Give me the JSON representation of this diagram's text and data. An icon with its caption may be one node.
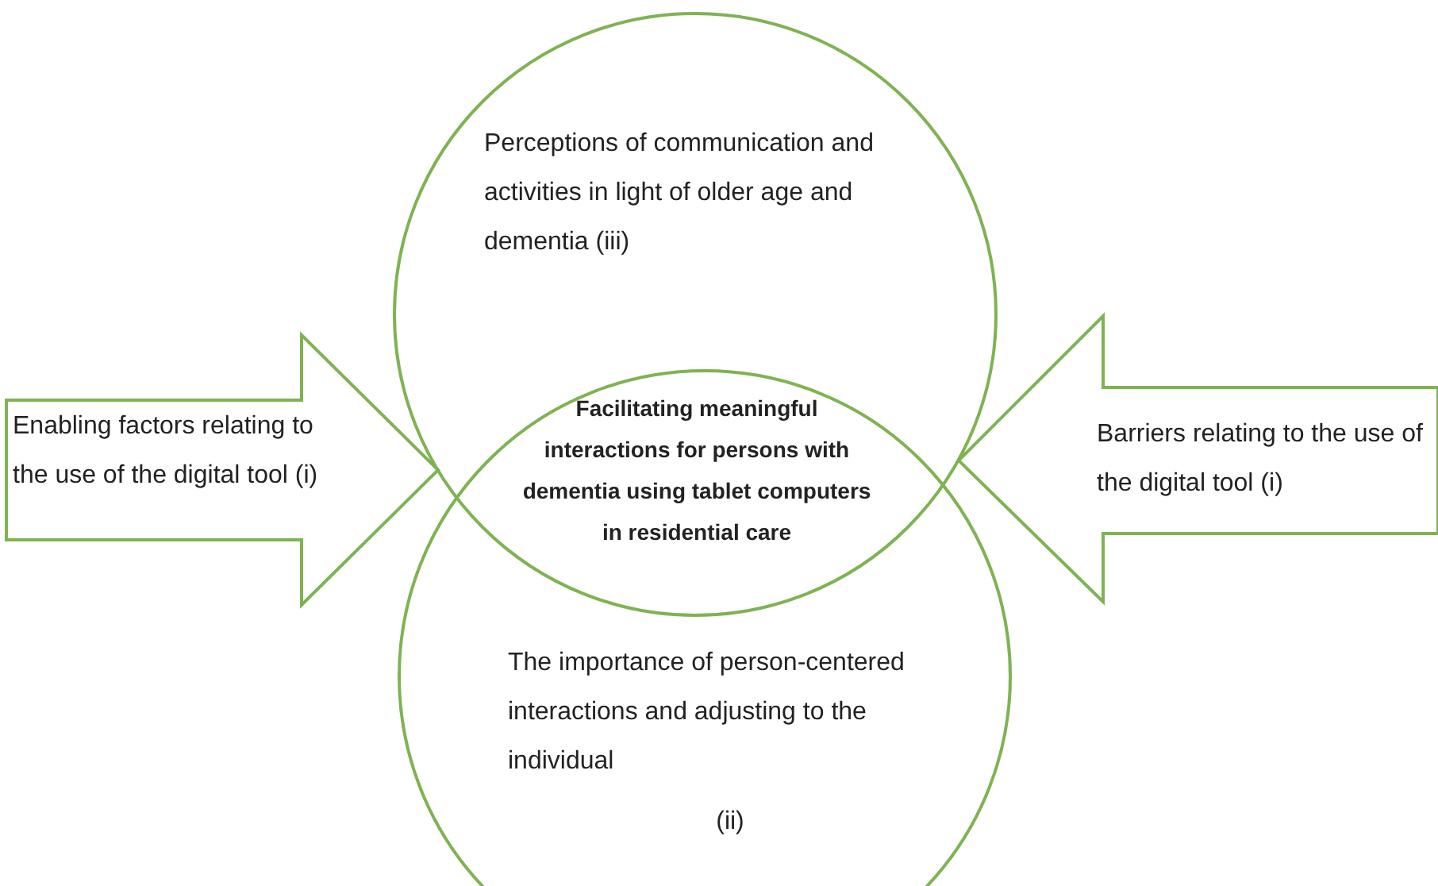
{
  "diagram": {
    "nodes": [
      {
        "text": [
          "Perceptions of communication and activities in light of older age and dementia (iii)"
        ]
      },
      {
        "text": [
          "The importance of person-centered interactions and adjusting to the individual",
          "(ii)"
        ]
      },
      {
        "text": [
          "Enabling factors relating to the use of the digital tool (i)"
        ]
      },
      {
        "text": [
          "Barriers relating to the use of the digital tool (i)"
        ]
      }
    ],
    "labels": [
      "Facilitating meaningful interactions for persons with dementia using tablet computers in residential care"
    ]
  }
}
